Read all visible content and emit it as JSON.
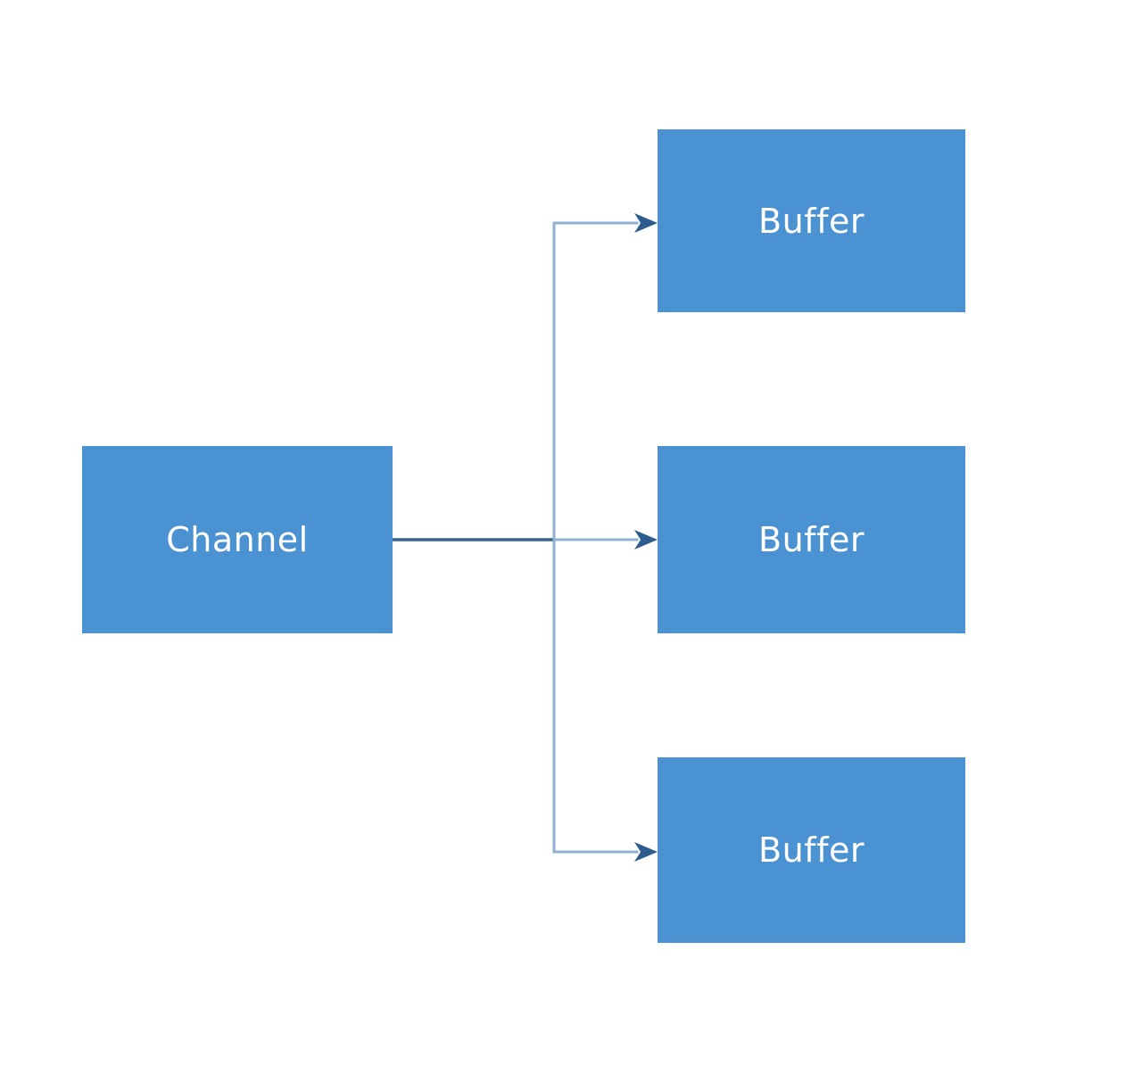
{
  "diagram": {
    "title": "channel-to-buffers-fanout-diagram",
    "nodes": [
      {
        "id": "channel",
        "label": "Channel"
      },
      {
        "id": "buffer-1",
        "label": "Buffer"
      },
      {
        "id": "buffer-2",
        "label": "Buffer"
      },
      {
        "id": "buffer-3",
        "label": "Buffer"
      }
    ],
    "edges": [
      {
        "from": "channel",
        "to": "buffer-1",
        "style": "elbow-arrow"
      },
      {
        "from": "channel",
        "to": "buffer-2",
        "style": "straight-arrow"
      },
      {
        "from": "channel",
        "to": "buffer-3",
        "style": "elbow-arrow"
      }
    ],
    "colors": {
      "node_fill": "#4b92d3",
      "node_text": "#ffffff",
      "connector_trunk": "#3a6591",
      "connector_branch": "#8fb0d3",
      "arrowhead": "#2e5c8f",
      "background": "#ffffff"
    }
  }
}
